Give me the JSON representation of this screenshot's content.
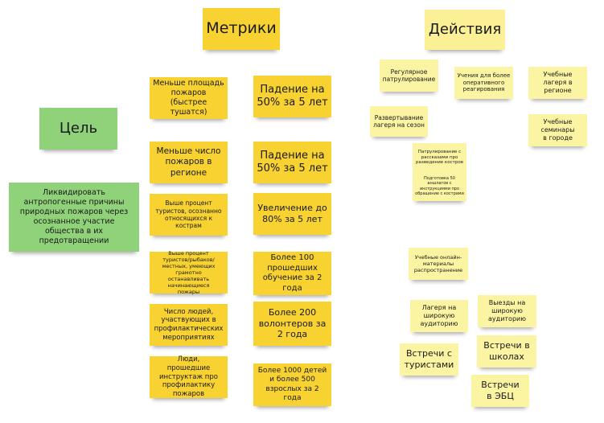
{
  "headers": {
    "metrics": "Метрики",
    "actions": "Действия",
    "goal": "Цель"
  },
  "goal_text": "Ликвидировать антропогенные причины природных пожаров через осознанное участие общества в их предотвращении",
  "metrics": [
    {
      "metric": "Меньше площадь пожаров (быстрее тушатся)",
      "target": "Падение на 50% за 5 лет"
    },
    {
      "metric": "Меньше число пожаров в регионе",
      "target": "Падение на 50% за 5 лет"
    },
    {
      "metric": "Выше процент туристов, осознанно относящихся к кострам",
      "target": "Увеличение до 80% за 5 лет"
    },
    {
      "metric": "Выше процент туристов/рыбаков/местных, умеющих грамотно останавливать начинающиеся пожары",
      "target": "Более 100 прошедших обучение за 2 года"
    },
    {
      "metric": "Число людей, участвующих в профилактических мероприятиях",
      "target": "Более 200 волонтеров за 2 года"
    },
    {
      "metric": "Люди, прошедшие инструктаж про профилактику пожаров",
      "target": "Более 1000 детей и более 500 взрослых за 2 года"
    }
  ],
  "actions": [
    "Регулярное патрулирование",
    "Учения для более оперативного реагирования",
    "Учебные лагеря в регионе",
    "Развертывание лагеря на сезон",
    "Учебные семинары в городе",
    "Патрулирование с рассказами про разведение костров",
    "Подготовка 50 аншлагов с инструкциями про обращение с кострами",
    "Учебные онлайн-материалы распространение",
    "Лагеря на широкую аудиторию",
    "Выезды на широкую аудиторию",
    "Встречи с туристами",
    "Встречи в школах",
    "Встречи в ЭБЦ"
  ],
  "colors": {
    "metric": "#f7d230",
    "goal": "#8fd27a",
    "action": "#fbf5a3"
  }
}
